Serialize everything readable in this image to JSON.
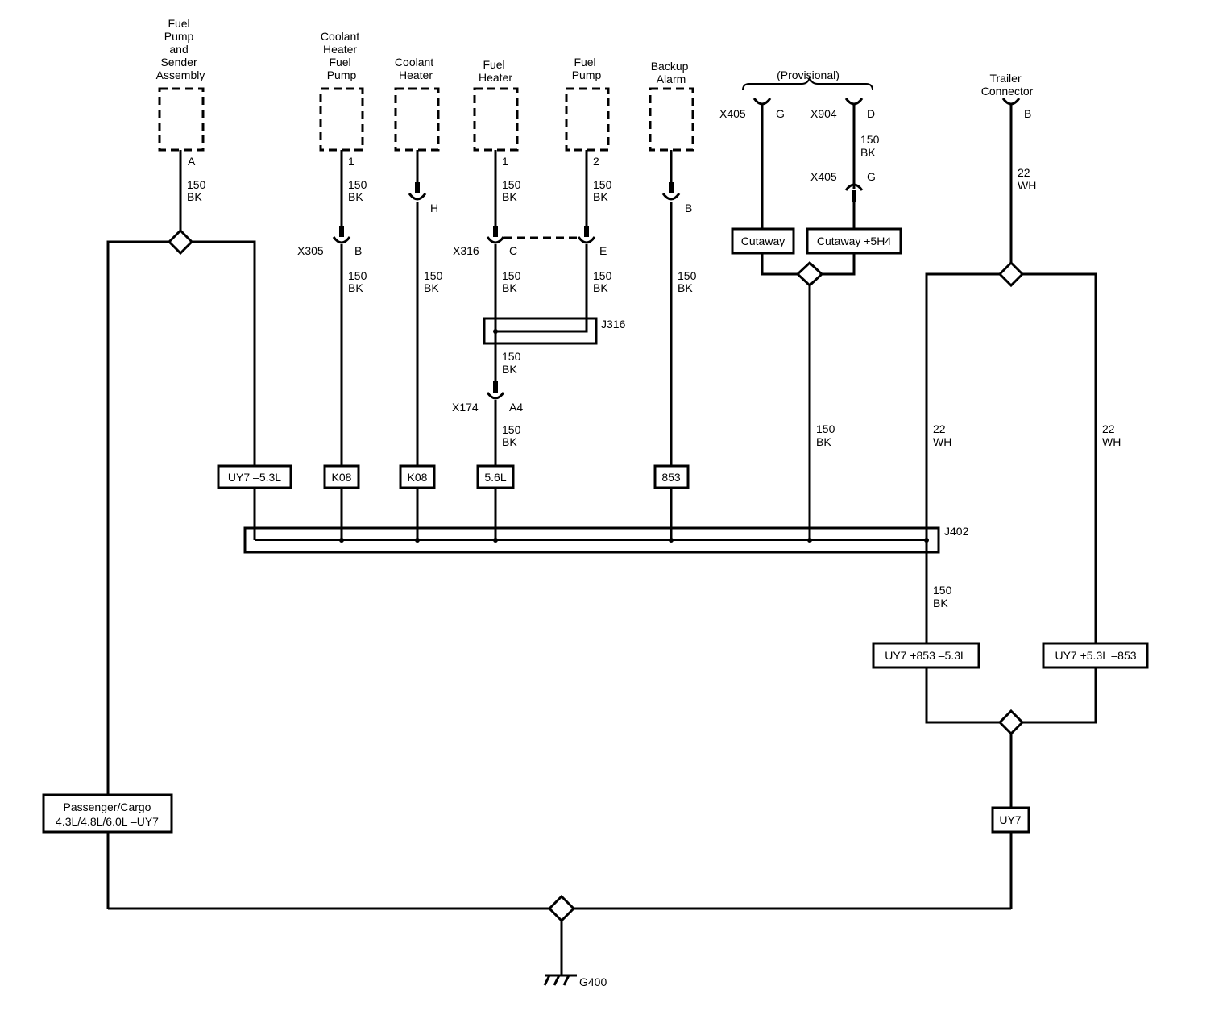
{
  "components": {
    "fuel_pump_sender": [
      "Fuel",
      "Pump",
      "and",
      "Sender",
      "Assembly"
    ],
    "coolant_heater_fuel_pump": [
      "Coolant",
      "Heater",
      "Fuel",
      "Pump"
    ],
    "coolant_heater": [
      "Coolant",
      "Heater"
    ],
    "fuel_heater": [
      "Fuel",
      "Heater"
    ],
    "fuel_pump": [
      "Fuel",
      "Pump"
    ],
    "backup_alarm": [
      "Backup",
      "Alarm"
    ],
    "trailer_connector": [
      "Trailer",
      "Connector"
    ],
    "provisional": "(Provisional)"
  },
  "pins": {
    "fps_a": "A",
    "chfp_1": "1",
    "ch_h": "H",
    "fh_1": "1",
    "fp_2": "2",
    "x305_b": "B",
    "x316_c": "C",
    "x316_e": "E",
    "x174_a4": "A4",
    "ba_b": "B",
    "x405_g": "G",
    "x904_d": "D",
    "x405b_g": "G",
    "tc_b": "B"
  },
  "connectors": {
    "x305": "X305",
    "x316": "X316",
    "x174": "X174",
    "x405": "X405",
    "x904": "X904",
    "x405b": "X405"
  },
  "wire_labels": {
    "size_150": "150",
    "size_22": "22",
    "color_bk": "BK",
    "color_wh": "WH"
  },
  "splices": {
    "j316": "J316",
    "j402": "J402"
  },
  "options": {
    "uy7_minus_53": "UY7 –5.3L",
    "k08_a": "K08",
    "k08_b": "K08",
    "l56": "5.6L",
    "o853": "853",
    "cutaway": "Cutaway",
    "cutaway_5h4": "Cutaway +5H4",
    "uy7_853_minus_53": "UY7 +853 –5.3L",
    "uy7_53_minus_853": "UY7 +5.3L –853",
    "passenger_cargo_1": "Passenger/Cargo",
    "passenger_cargo_2": "4.3L/4.8L/6.0L –UY7",
    "uy7": "UY7"
  },
  "ground": "G400"
}
